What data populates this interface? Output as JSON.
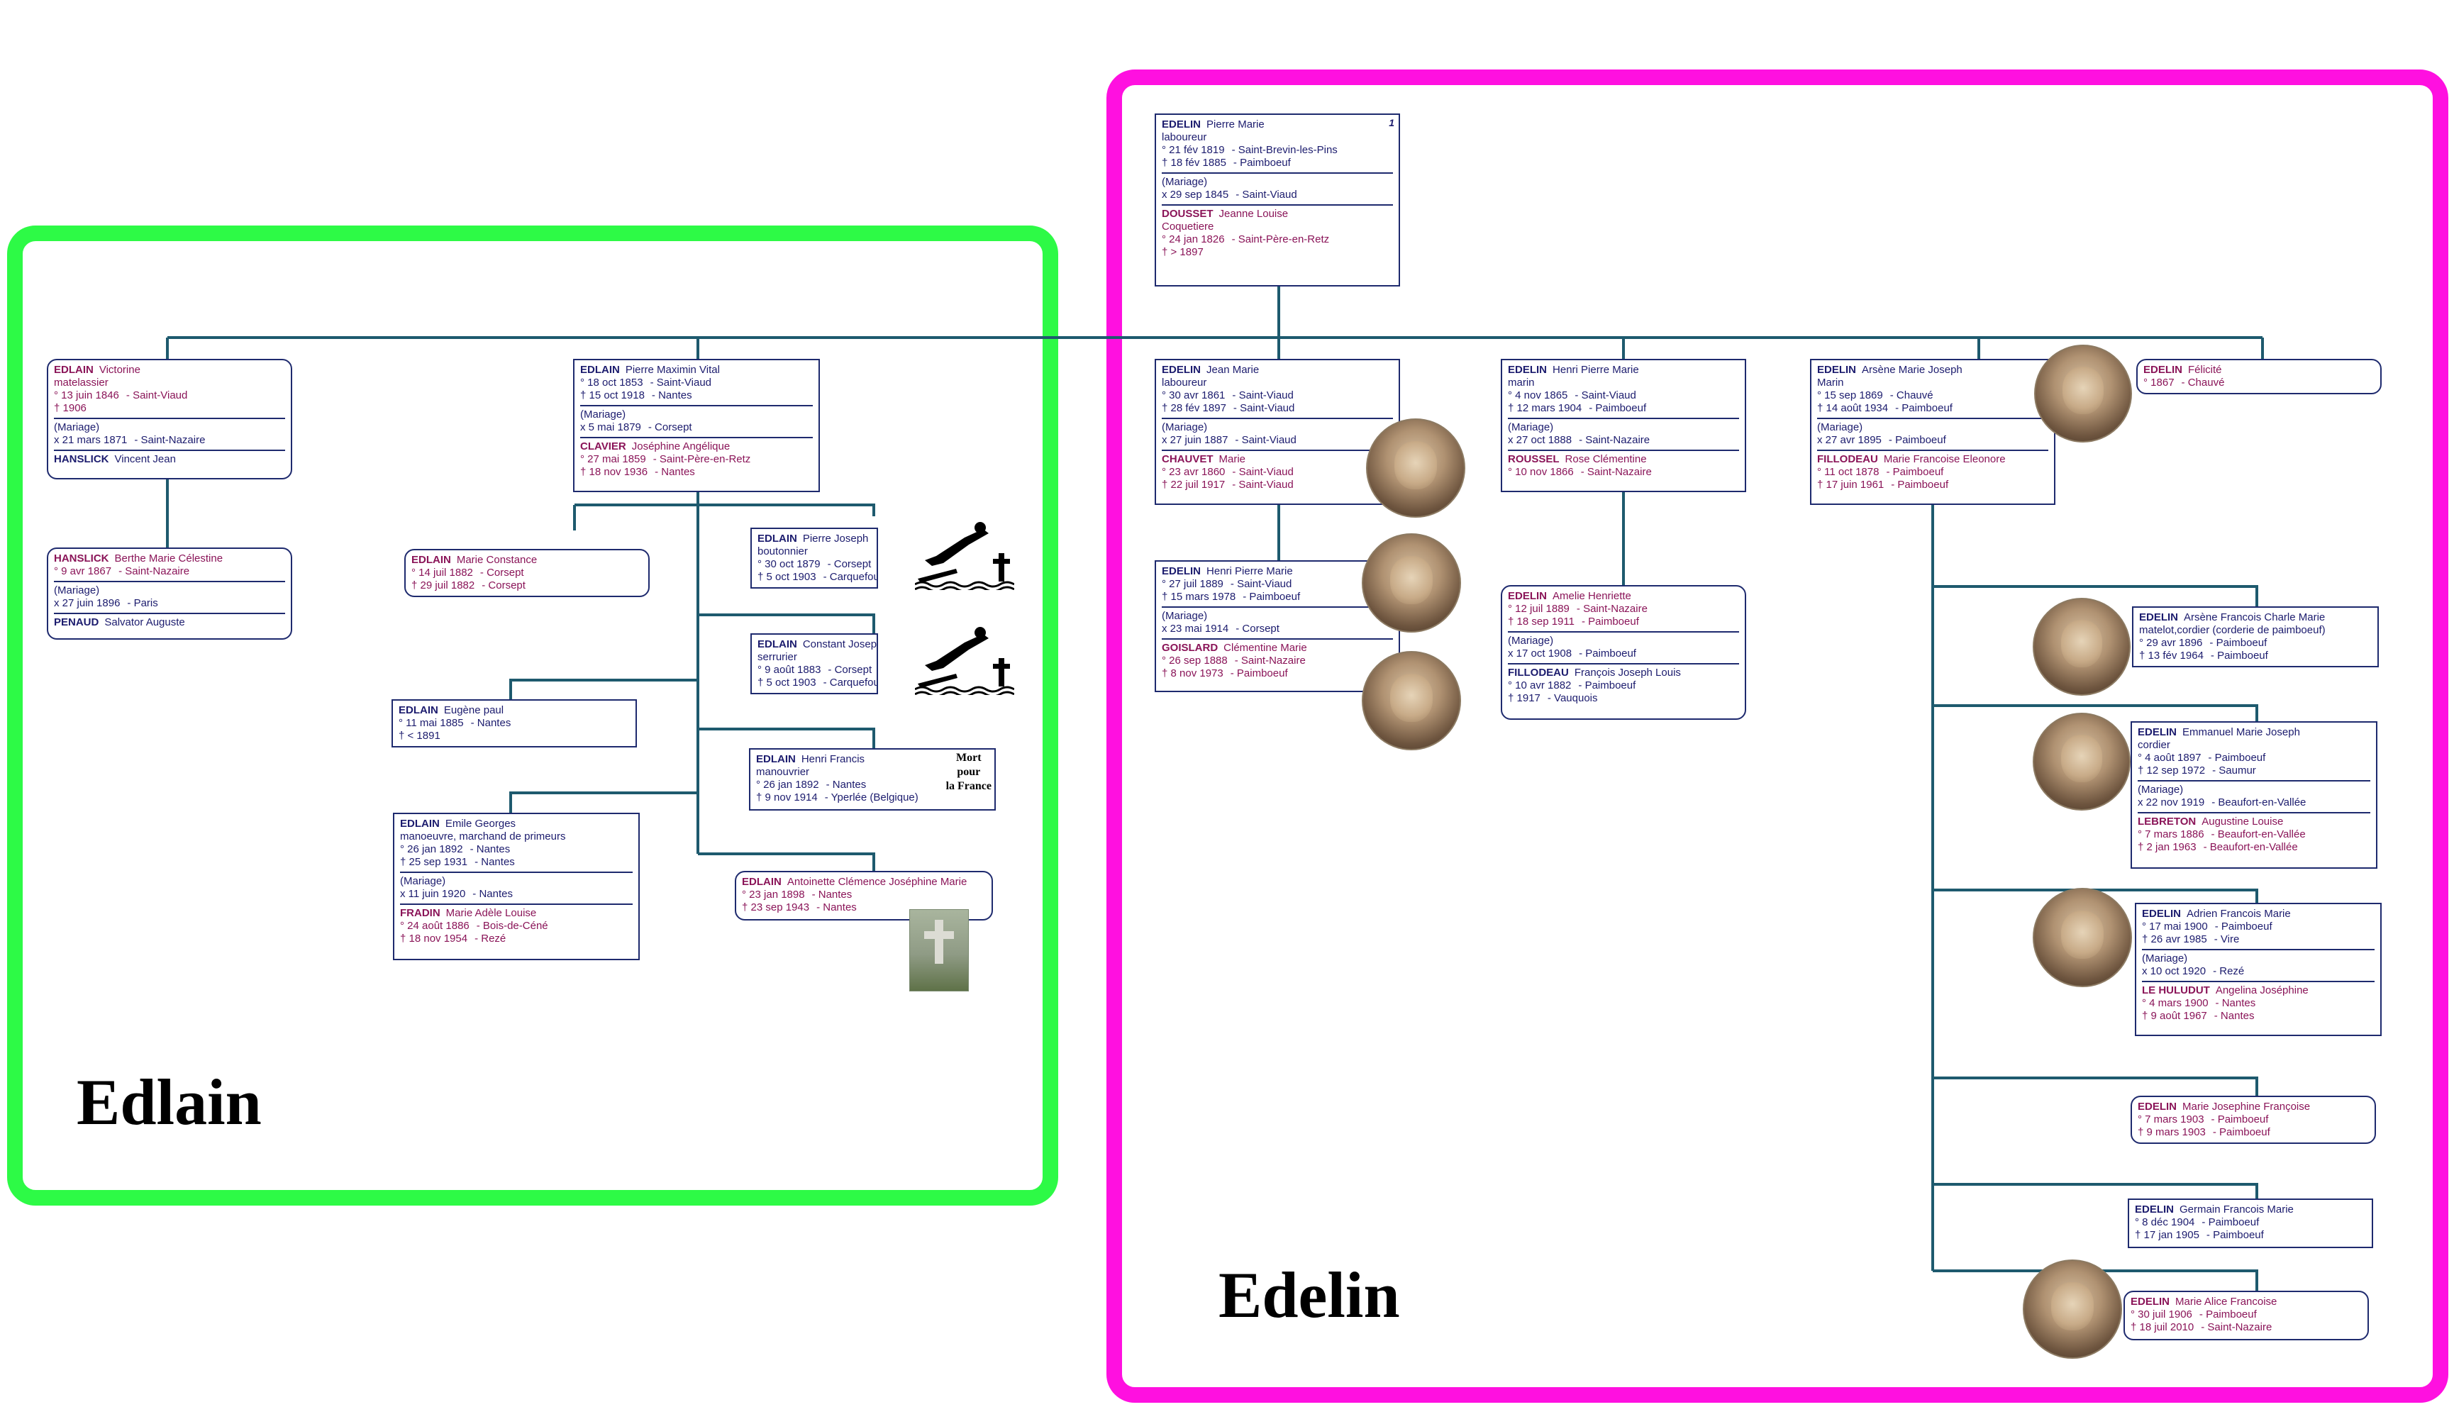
{
  "colors": {
    "edlain_frame": "#2dfa46",
    "edelin_frame": "#ff10e0",
    "male_text": "#1c1c6e",
    "female_text": "#8a1458",
    "box_border": "#1e2a6e",
    "connector": "#1e5a6e"
  },
  "labels": {
    "edlain": "Edlain",
    "edelin": "Edelin",
    "mort_l1": "Mort",
    "mort_l2": "pour",
    "mort_l3": "la France",
    "generation": "1"
  },
  "icons": {
    "fall": "falling-man-with-cross-icon",
    "grave": "grave-cross-photo",
    "portrait": "portrait-photo"
  },
  "root": {
    "name": "EDELIN",
    "given": "Pierre Marie",
    "occupation": "laboureur",
    "birth": "° 21 fév 1819",
    "birth_place": "- Saint-Brevin-les-Pins",
    "death": "† 18 fév 1885",
    "death_place": "- Paimboeuf",
    "marriage_label": "(Mariage)",
    "marriage": "x 29 sep 1845",
    "marriage_place": "- Saint-Viaud",
    "spouse": {
      "name": "DOUSSET",
      "given": "Jeanne Louise",
      "occupation": "Coquetiere",
      "birth": "° 24 jan 1826",
      "birth_place": "- Saint-Père-en-Retz",
      "death": "† > 1897"
    }
  },
  "victorine": {
    "name": "EDLAIN",
    "given": "Victorine",
    "occupation": "matelassier",
    "birth": "° 13 juin 1846",
    "birth_place": "- Saint-Viaud",
    "death": "† 1906",
    "marriage_label": "(Mariage)",
    "marriage": "x 21 mars 1871",
    "marriage_place": "- Saint-Nazaire",
    "spouse": {
      "name": "HANSLICK",
      "given": "Vincent Jean"
    }
  },
  "berthe": {
    "name": "HANSLICK",
    "given": "Berthe Marie Célestine",
    "birth": "° 9 avr 1867",
    "birth_place": "- Saint-Nazaire",
    "marriage_label": "(Mariage)",
    "marriage": "x 27 juin 1896",
    "marriage_place": "- Paris",
    "spouse": {
      "name": "PENAUD",
      "given": "Salvator Auguste"
    }
  },
  "pierre_maximin": {
    "name": "EDLAIN",
    "given": "Pierre Maximin Vital",
    "birth": "° 18 oct 1853",
    "birth_place": "- Saint-Viaud",
    "death": "† 15 oct 1918",
    "death_place": "- Nantes",
    "marriage_label": "(Mariage)",
    "marriage": "x 5 mai 1879",
    "marriage_place": "- Corsept",
    "spouse": {
      "name": "CLAVIER",
      "given": "Joséphine Angélique",
      "birth": "° 27 mai 1859",
      "birth_place": "- Saint-Père-en-Retz",
      "death": "† 18 nov 1936",
      "death_place": "- Nantes"
    }
  },
  "marie_constance": {
    "name": "EDLAIN",
    "given": "Marie Constance",
    "birth": "° 14 juil 1882",
    "birth_place": "- Corsept",
    "death": "† 29 juil 1882",
    "death_place": "- Corsept"
  },
  "pierre_joseph": {
    "name": "EDLAIN",
    "given": "Pierre Joseph",
    "occupation": "boutonnier",
    "birth": "° 30 oct 1879",
    "birth_place": "- Corsept",
    "death": "† 5 oct 1903",
    "death_place": "- Carquefou"
  },
  "constant_joseph": {
    "name": "EDLAIN",
    "given": "Constant Josephe",
    "occupation": "serrurier",
    "birth": "° 9 août 1883",
    "birth_place": "- Corsept",
    "death": "† 5 oct 1903",
    "death_place": "- Carquefou"
  },
  "eugene": {
    "name": "EDLAIN",
    "given": "Eugène paul",
    "birth": "° 11 mai 1885",
    "birth_place": "- Nantes",
    "death": "† < 1891"
  },
  "henri_francis": {
    "name": "EDLAIN",
    "given": "Henri Francis",
    "occupation": "manouvrier",
    "birth": "° 26 jan 1892",
    "birth_place": "- Nantes",
    "death": "† 9 nov 1914",
    "death_place": "- Yperlée (Belgique)"
  },
  "emile": {
    "name": "EDLAIN",
    "given": "Emile Georges",
    "occupation": "manoeuvre,  marchand de primeurs",
    "birth": "° 26 jan 1892",
    "birth_place": "- Nantes",
    "death": "† 25 sep 1931",
    "death_place": "- Nantes",
    "marriage_label": "(Mariage)",
    "marriage": "x 11 juin 1920",
    "marriage_place": "- Nantes",
    "spouse": {
      "name": "FRADIN",
      "given": "Marie Adèle Louise",
      "birth": "° 24 août 1886",
      "birth_place": "- Bois-de-Céné",
      "death": "† 18 nov 1954",
      "death_place": "- Rezé"
    }
  },
  "antoinette": {
    "name": "EDLAIN",
    "given": "Antoinette Clémence Joséphine Marie",
    "birth": "° 23 jan 1898",
    "birth_place": "- Nantes",
    "death": "† 23 sep 1943",
    "death_place": "- Nantes"
  },
  "jean_marie": {
    "name": "EDELIN",
    "given": "Jean Marie",
    "occupation": "laboureur",
    "birth": "° 30 avr 1861",
    "birth_place": "- Saint-Viaud",
    "death": "† 28 fév 1897",
    "death_place": "- Saint-Viaud",
    "marriage_label": "(Mariage)",
    "marriage": "x 27 juin 1887",
    "marriage_place": "- Saint-Viaud",
    "spouse": {
      "name": "CHAUVET",
      "given": "Marie",
      "birth": "° 23 avr 1860",
      "birth_place": "- Saint-Viaud",
      "death": "† 22 juil 1917",
      "death_place": "- Saint-Viaud"
    }
  },
  "henri_pierre_jr": {
    "name": "EDELIN",
    "given": "Henri Pierre Marie",
    "birth": "° 27 juil 1889",
    "birth_place": "- Saint-Viaud",
    "death": "† 15 mars 1978",
    "death_place": "- Paimboeuf",
    "marriage_label": "(Mariage)",
    "marriage": "x 23 mai 1914",
    "marriage_place": "- Corsept",
    "spouse": {
      "name": "GOISLARD",
      "given": "Clémentine Marie",
      "birth": "° 26 sep 1888",
      "birth_place": "- Saint-Nazaire",
      "death": "† 8 nov 1973",
      "death_place": "- Paimboeuf"
    }
  },
  "henri_pierre": {
    "name": "EDELIN",
    "given": "Henri Pierre Marie",
    "occupation": "marin",
    "birth": "° 4 nov 1865",
    "birth_place": "- Saint-Viaud",
    "death": "† 12 mars 1904",
    "death_place": "- Paimboeuf",
    "marriage_label": "(Mariage)",
    "marriage": "x 27 oct 1888",
    "marriage_place": "- Saint-Nazaire",
    "spouse": {
      "name": "ROUSSEL",
      "given": "Rose Clémentine",
      "birth": "° 10 nov 1866",
      "birth_place": "- Saint-Nazaire"
    }
  },
  "amelie": {
    "name": "EDELIN",
    "given": "Amelie Henriette",
    "birth": "° 12 juil 1889",
    "birth_place": "- Saint-Nazaire",
    "death": "† 18 sep 1911",
    "death_place": "- Paimboeuf",
    "marriage_label": "(Mariage)",
    "marriage": "x 17 oct 1908",
    "marriage_place": "- Paimboeuf",
    "spouse": {
      "name": "FILLODEAU",
      "given": "François Joseph Louis",
      "birth": "° 10 avr 1882",
      "birth_place": "- Paimboeuf",
      "death": "† 1917",
      "death_place": "- Vauquois"
    }
  },
  "arsene": {
    "name": "EDELIN",
    "given": "Arsène Marie Joseph",
    "occupation": "Marin",
    "birth": "° 15 sep 1869",
    "birth_place": "- Chauvé",
    "death": "† 14 août 1934",
    "death_place": "- Paimboeuf",
    "marriage_label": "(Mariage)",
    "marriage": "x 27 avr 1895",
    "marriage_place": "- Paimboeuf",
    "spouse": {
      "name": "FILLODEAU",
      "given": "Marie Francoise Eleonore",
      "birth": "° 11 oct 1878",
      "birth_place": "- Paimboeuf",
      "death": "† 17 juin 1961",
      "death_place": "- Paimboeuf"
    }
  },
  "felicite": {
    "name": "EDELIN",
    "given": "Félicité",
    "birth": "° 1867",
    "birth_place": "- Chauvé"
  },
  "arsene_charles": {
    "name": "EDELIN",
    "given": "Arsène Francois Charle Marie",
    "occupation": "matelot,cordier (corderie de paimboeuf)",
    "birth": "° 29 avr 1896",
    "birth_place": "- Paimboeuf",
    "death": "† 13 fév 1964",
    "death_place": "- Paimboeuf"
  },
  "emmanuel": {
    "name": "EDELIN",
    "given": "Emmanuel Marie Joseph",
    "occupation": "cordier",
    "birth": "° 4 août 1897",
    "birth_place": "- Paimboeuf",
    "death": "† 12 sep 1972",
    "death_place": "- Saumur",
    "marriage_label": "(Mariage)",
    "marriage": "x 22 nov 1919",
    "marriage_place": "- Beaufort-en-Vallée",
    "spouse": {
      "name": "LEBRETON",
      "given": "Augustine Louise",
      "birth": "° 7 mars 1886",
      "birth_place": "- Beaufort-en-Vallée",
      "death": "† 2 jan 1963",
      "death_place": "- Beaufort-en-Vallée"
    }
  },
  "adrien": {
    "name": "EDELIN",
    "given": "Adrien Francois Marie",
    "birth": "° 17 mai 1900",
    "birth_place": "- Paimboeuf",
    "death": "† 26 avr 1985",
    "death_place": "- Vire",
    "marriage_label": "(Mariage)",
    "marriage": "x 10 oct 1920",
    "marriage_place": "- Rezé",
    "spouse": {
      "name": "LE HULUDUT",
      "given": "Angelina Joséphine",
      "birth": "° 4 mars 1900",
      "birth_place": "- Nantes",
      "death": "† 9 août 1967",
      "death_place": "- Nantes"
    }
  },
  "marie_josephine": {
    "name": "EDELIN",
    "given": "Marie Josephine Françoise",
    "birth": "° 7 mars 1903",
    "birth_place": "- Paimboeuf",
    "death": "† 9 mars 1903",
    "death_place": "- Paimboeuf"
  },
  "germain": {
    "name": "EDELIN",
    "given": "Germain Francois Marie",
    "birth": "° 8 déc 1904",
    "birth_place": "- Paimboeuf",
    "death": "† 17 jan 1905",
    "death_place": "- Paimboeuf"
  },
  "marie_alice": {
    "name": "EDELIN",
    "given": "Marie Alice Francoise",
    "birth": "° 30 juil 1906",
    "birth_place": "- Paimboeuf",
    "death": "† 18 juil 2010",
    "death_place": "- Saint-Nazaire"
  }
}
